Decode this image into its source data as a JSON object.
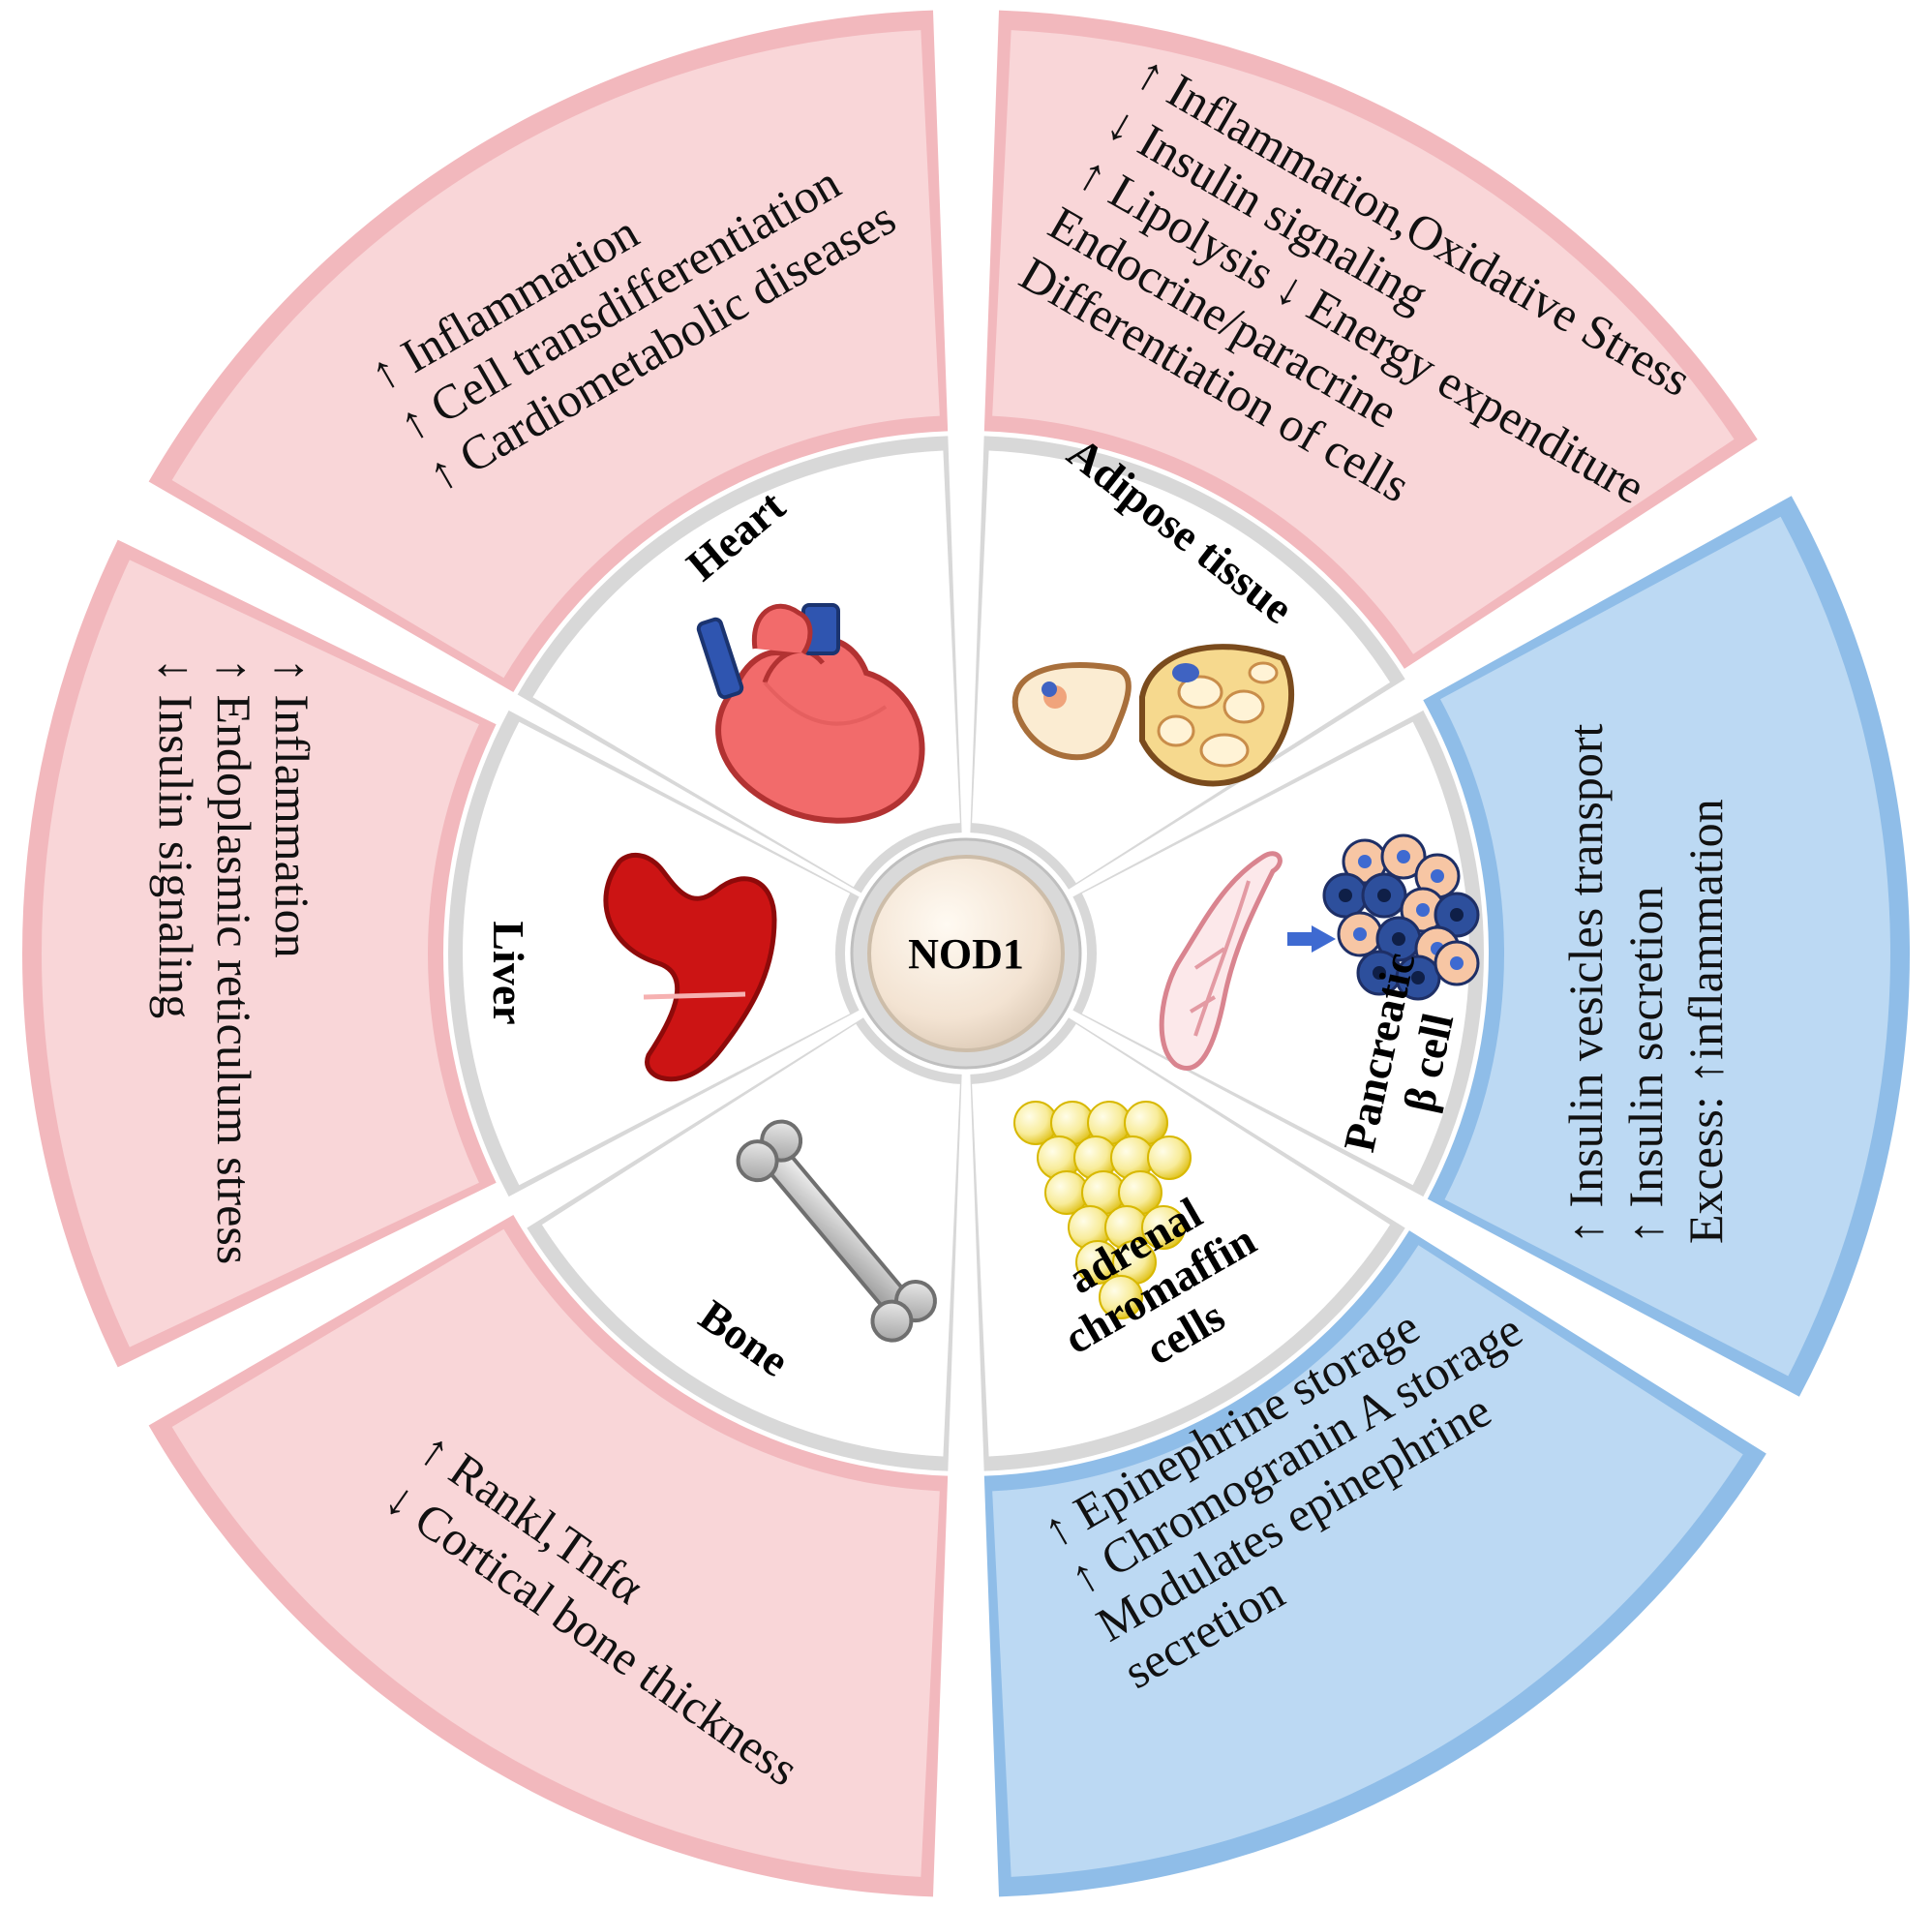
{
  "center": {
    "label": "NOD1"
  },
  "colors": {
    "pink_fill": "#f9d6d8",
    "pink_edge": "#f2b8bd",
    "blue_fill": "#bcd9f3",
    "blue_edge": "#8fbde8",
    "inner_fill": "#ffffff",
    "inner_edge": "#d8d8d8"
  },
  "organs": [
    {
      "id": "heart",
      "label": "Heart",
      "icon": "heart-icon"
    },
    {
      "id": "adipose",
      "label": "Adipose tissue",
      "icon": "adipocyte-icon"
    },
    {
      "id": "pancreas",
      "label_lines": [
        "Pancreatic",
        "β cell"
      ],
      "icon": "pancreas-islet-icon"
    },
    {
      "id": "adrenal",
      "label_lines": [
        "adrenal",
        "chromaffin",
        "cells"
      ],
      "icon": "chromaffin-cells-icon"
    },
    {
      "id": "bone",
      "label": "Bone",
      "icon": "bone-icon"
    },
    {
      "id": "liver",
      "label": "Liver",
      "icon": "liver-icon"
    }
  ],
  "effects": {
    "heart": [
      "↑ Inflammation",
      "↑ Cell transdifferentiation",
      "↑ Cardiometabolic diseases"
    ],
    "adipose": [
      "↑ Inflammation,Oxidative Stress",
      "↓ Insulin signaling",
      "↑ Lipolysis  ↓ Energy expenditure",
      "Endocrine/paracrine",
      "Differentiation of cells"
    ],
    "pancreas": [
      "↑ Insulin vesicles transport",
      "↑ Insulin secretion",
      "Excess: ↑inflammation"
    ],
    "adrenal": [
      "↑ Epinephrine storage",
      "↑ Chromogranin A storage",
      "Modulates epinephrine",
      "secretion"
    ],
    "bone": [
      "↑ Rankl,Tnfα",
      "↓ Cortical bone thickness"
    ],
    "liver": [
      "↑ Inflammation",
      "↑ Endoplasmic reticulum stress",
      "↓ Insulin signaling"
    ]
  }
}
